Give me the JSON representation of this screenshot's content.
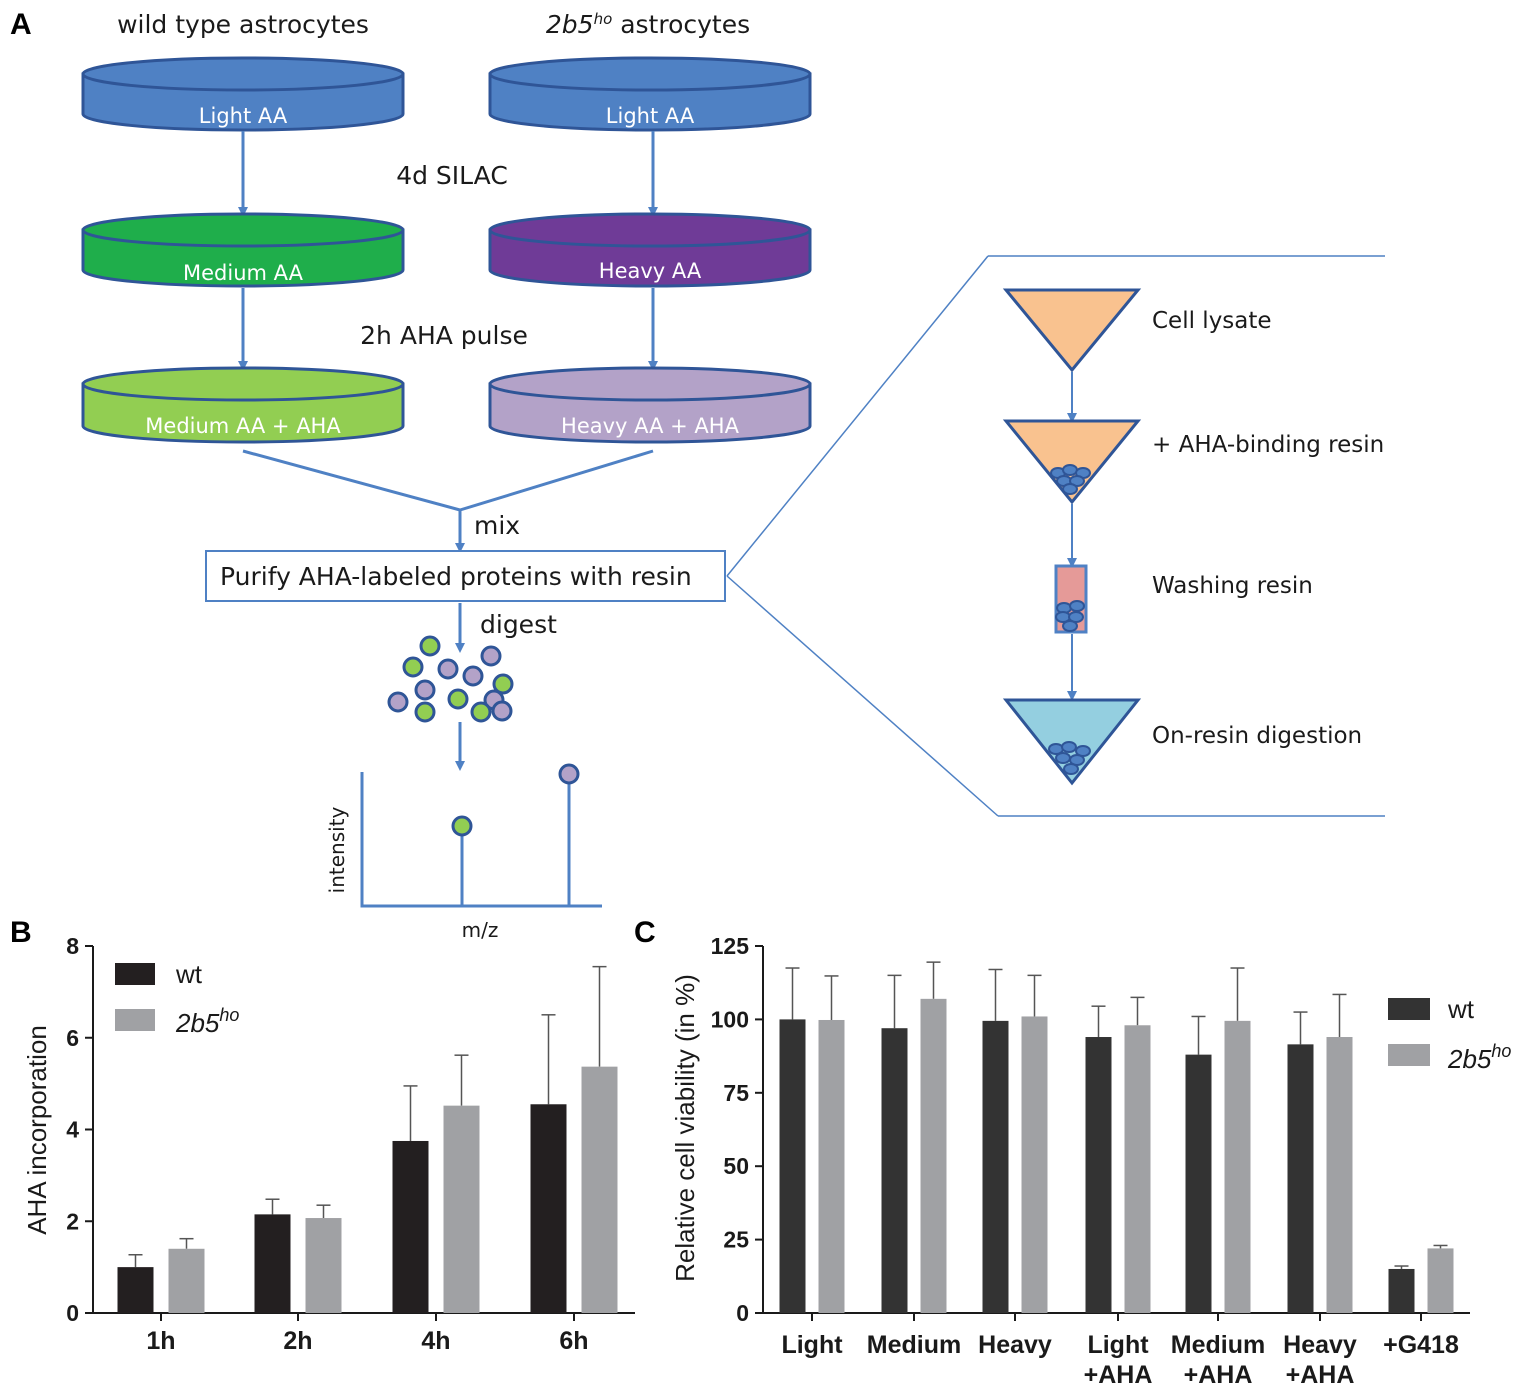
{
  "panel_a": {
    "label": "A",
    "wt_title": "wild type astrocytes",
    "ho_title_italic": "2b5",
    "ho_title_sup": "ho",
    "ho_title_rest": " astrocytes",
    "dish_wt_light": "Light AA",
    "dish_ho_light": "Light AA",
    "step_silac": "4d SILAC",
    "dish_wt_medium": "Medium AA",
    "dish_ho_heavy": "Heavy AA",
    "step_pulse": "2h AHA pulse",
    "dish_wt_medium_aha": "Medium AA + AHA",
    "dish_ho_heavy_aha": "Heavy AA + AHA",
    "step_mix": "mix",
    "purify_box": "Purify AHA-labeled proteins with resin",
    "step_digest": "digest",
    "spectrum_ylabel": "intensity",
    "spectrum_xlabel": "m/z",
    "inset_cell_lysate": "Cell lysate",
    "inset_binding_resin": "+ AHA-binding resin",
    "inset_washing": "Washing resin",
    "inset_digestion": "On-resin digestion",
    "colors": {
      "blue_dish": "#4f81c4",
      "green_dish": "#1fae4b",
      "purple_dish": "#6f3b97",
      "lightgreen_dish": "#92ce52",
      "lilac_dish": "#b3a2c8",
      "arrow": "#4f81c4",
      "orange": "#f9c28f",
      "pink": "#e59a98",
      "cyan": "#94cfe0"
    }
  },
  "panel_b": {
    "label": "B",
    "legend_wt": "wt",
    "legend_ho_base": "2b5",
    "legend_ho_sup": "ho"
  },
  "panel_c": {
    "label": "C",
    "legend_wt": "wt",
    "legend_ho_base": "2b5",
    "legend_ho_sup": "ho"
  },
  "chart_data": [
    {
      "type": "bar",
      "ylabel": "AHA incorporation",
      "xlabel": "",
      "ylim": [
        0,
        8
      ],
      "yticks": [
        0,
        2,
        4,
        6,
        8
      ],
      "categories": [
        "1h",
        "2h",
        "4h",
        "6h"
      ],
      "series": [
        {
          "name": "wt",
          "color": "#231f20",
          "values": [
            1.0,
            2.15,
            3.75,
            4.55
          ],
          "errors": [
            0.27,
            0.33,
            1.2,
            1.95
          ]
        },
        {
          "name": "2b5ho",
          "color": "#a0a1a4",
          "values": [
            1.4,
            2.07,
            4.52,
            5.37
          ],
          "errors": [
            0.22,
            0.28,
            1.1,
            2.18
          ]
        }
      ],
      "legend": "top-left",
      "grid": false
    },
    {
      "type": "bar",
      "ylabel": "Relative cell viability (in %)",
      "xlabel": "",
      "ylim": [
        0,
        125
      ],
      "yticks": [
        0,
        25,
        50,
        75,
        100,
        125
      ],
      "categories": [
        [
          "Light"
        ],
        [
          "Medium"
        ],
        [
          "Heavy"
        ],
        [
          "Light",
          "+AHA"
        ],
        [
          "Medium",
          "+AHA"
        ],
        [
          "Heavy",
          "+AHA"
        ],
        [
          "+G418"
        ]
      ],
      "series": [
        {
          "name": "wt",
          "color": "#333333",
          "values": [
            100,
            97,
            99.5,
            94,
            88,
            91.5,
            15
          ],
          "errors": [
            17.5,
            18,
            17.5,
            10.5,
            13,
            11,
            1
          ]
        },
        {
          "name": "2b5ho",
          "color": "#a0a1a4",
          "values": [
            99.8,
            107,
            101,
            98,
            99.5,
            94,
            22
          ],
          "errors": [
            15,
            12.5,
            14,
            9.5,
            18,
            14.5,
            1
          ]
        }
      ],
      "legend": "top-right",
      "grid": false
    }
  ]
}
